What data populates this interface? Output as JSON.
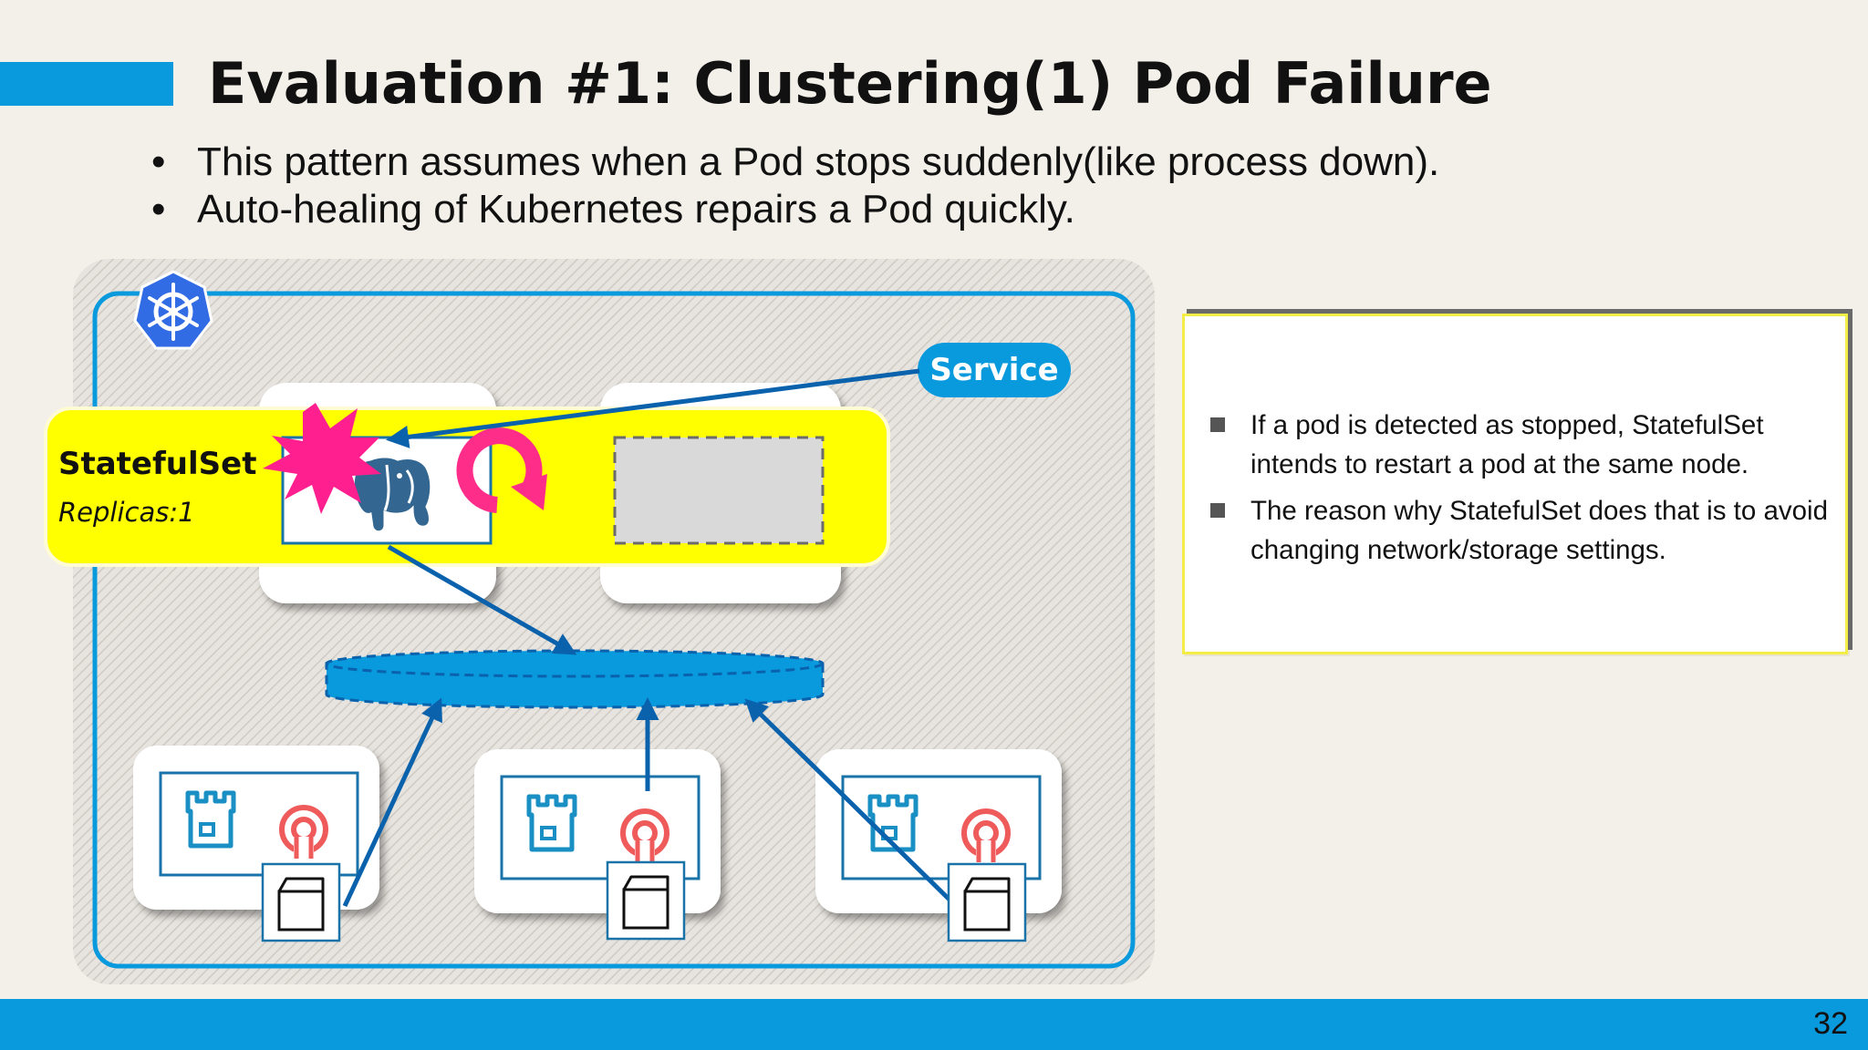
{
  "slide": {
    "title": "Evaluation #1: Clustering(1) Pod Failure",
    "page_number": "32",
    "colors": {
      "accent_blue": "#0999dd",
      "highlight_yellow": "#ffff00",
      "burst_pink": "#ff1493",
      "arrow_blue": "#0a62ad"
    }
  },
  "bullets": [
    "This pattern assumes when a Pod stops suddenly(like process down).",
    "Auto-healing of Kubernetes repairs a Pod quickly."
  ],
  "diagram": {
    "service_label": "Service",
    "statefulset_label": "StatefulSet",
    "replicas_label": "Replicas:1",
    "icons": [
      "kubernetes-helm-icon",
      "postgresql-elephant-icon",
      "restart-arrow-icon",
      "failure-burst-icon",
      "storage-castle-icon",
      "ceph-icon",
      "volume-cube-icon"
    ]
  },
  "note": {
    "items": [
      "If a pod is detected as stopped, StatefulSet intends to restart a pod at the same node.",
      "The reason why StatefulSet does that is to avoid changing network/storage settings."
    ]
  }
}
